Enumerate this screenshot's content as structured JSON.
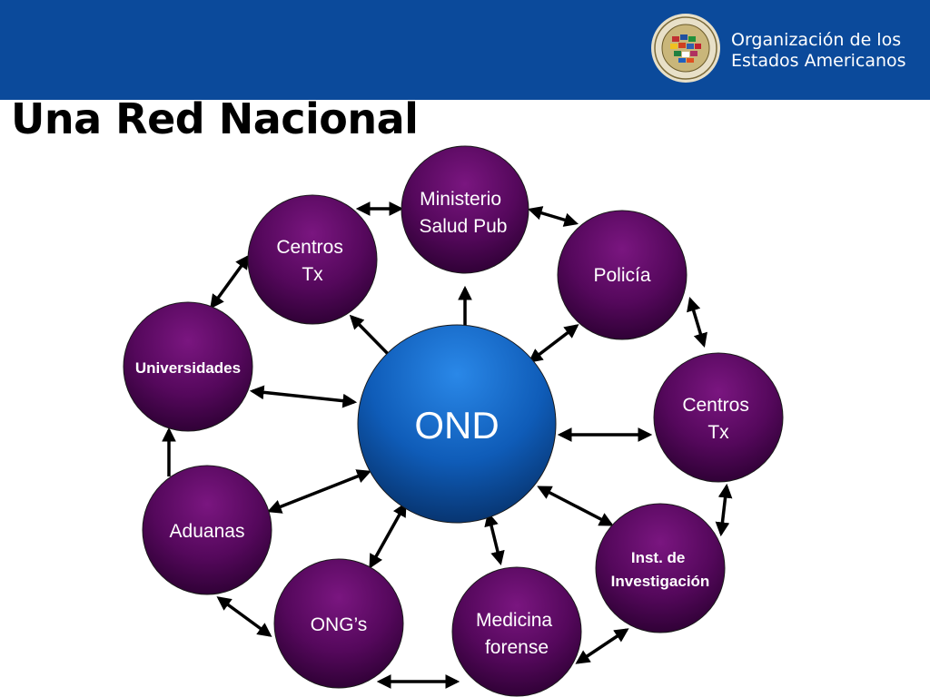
{
  "header": {
    "org_line1": "Organización de los",
    "org_line2": "Estados Americanos",
    "seal_icon": "oas-seal-icon",
    "colors": {
      "bar": "#0b4a9b"
    }
  },
  "title": "Una Red Nacional",
  "center": {
    "label": "OND",
    "color": "#1060c0"
  },
  "nodes": [
    {
      "id": "ministerio",
      "lines": [
        "Ministerio",
        "Salud Pub"
      ]
    },
    {
      "id": "centros-tx-1",
      "lines": [
        "Centros",
        "Tx"
      ]
    },
    {
      "id": "policia",
      "lines": [
        "Policía"
      ]
    },
    {
      "id": "universidades",
      "lines": [
        "Universidades"
      ],
      "bold": true
    },
    {
      "id": "centros-tx-2",
      "lines": [
        "Centros",
        "Tx"
      ]
    },
    {
      "id": "aduanas",
      "lines": [
        "Aduanas"
      ]
    },
    {
      "id": "inst-investigacion",
      "lines": [
        "Inst. de",
        "Investigación"
      ],
      "bold": true
    },
    {
      "id": "ongs",
      "lines": [
        "ONG’s"
      ]
    },
    {
      "id": "medicina-forense",
      "lines": [
        "Medicina",
        "forense"
      ]
    }
  ],
  "colors": {
    "node": "#5a0a60",
    "node_dark": "#2a0030",
    "arrow": "#000000"
  }
}
